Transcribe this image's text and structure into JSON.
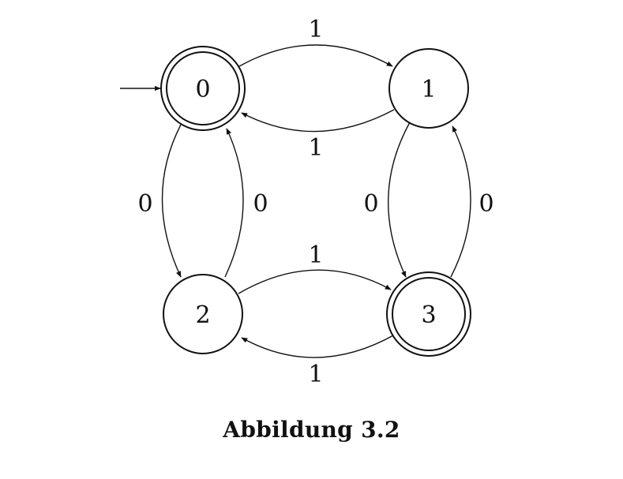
{
  "diagram": {
    "states": [
      {
        "id": "0",
        "label": "0",
        "accepting": true,
        "initial": true
      },
      {
        "id": "1",
        "label": "1",
        "accepting": false,
        "initial": false
      },
      {
        "id": "2",
        "label": "2",
        "accepting": false,
        "initial": false
      },
      {
        "id": "3",
        "label": "3",
        "accepting": true,
        "initial": false
      }
    ],
    "transitions": [
      {
        "from": "0",
        "to": "1",
        "label": "1"
      },
      {
        "from": "1",
        "to": "0",
        "label": "1"
      },
      {
        "from": "0",
        "to": "2",
        "label": "0"
      },
      {
        "from": "2",
        "to": "0",
        "label": "0"
      },
      {
        "from": "1",
        "to": "3",
        "label": "0"
      },
      {
        "from": "3",
        "to": "1",
        "label": "0"
      },
      {
        "from": "2",
        "to": "3",
        "label": "1"
      },
      {
        "from": "3",
        "to": "2",
        "label": "1"
      }
    ]
  },
  "caption": "Abbildung 3.2"
}
